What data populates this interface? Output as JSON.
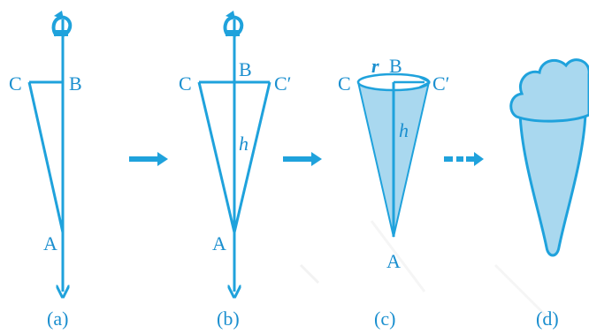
{
  "colors": {
    "line": "#1fa2dc",
    "fill": "#a9d8ef",
    "text": "#1b8fcf",
    "watermark": "#e6e6e6"
  },
  "icons": [
    "rotation-arrow-icon",
    "right-arrow-icon",
    "dashed-right-arrow-icon"
  ],
  "panel_a": {
    "label_c": "C",
    "label_b": "B",
    "label_a": "A",
    "caption": "(a)"
  },
  "panel_b": {
    "label_c": "C",
    "label_b": "B",
    "label_c_prime": "C′",
    "label_a": "A",
    "label_h": "h",
    "caption": "(b)"
  },
  "panel_c": {
    "label_c": "C",
    "label_r": "r",
    "label_b": "B",
    "label_c_prime": "C′",
    "label_h": "h",
    "label_a": "A",
    "caption": "(c)"
  },
  "panel_d": {
    "caption": "(d)"
  }
}
